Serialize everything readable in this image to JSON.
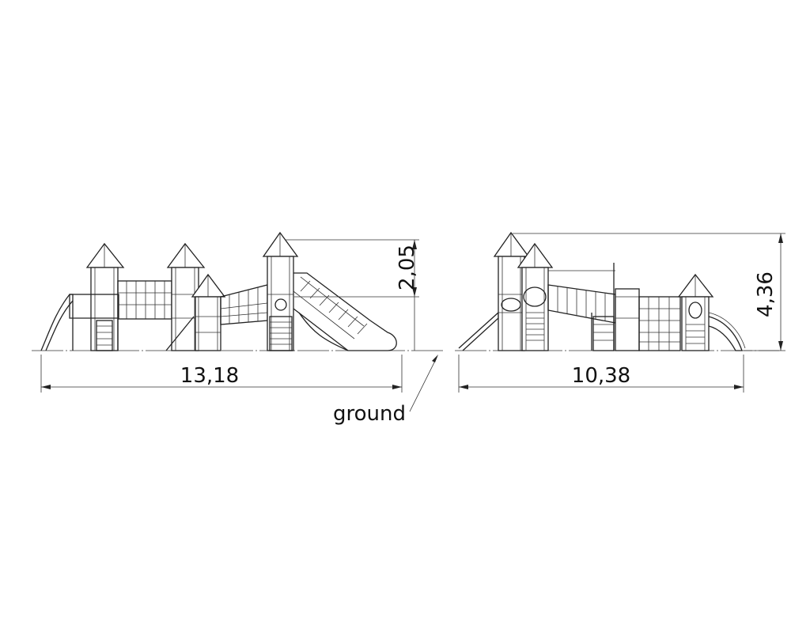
{
  "dimensions": {
    "left_width": "13,18",
    "left_height": "2,05",
    "right_width": "10,38",
    "right_height": "4,36"
  },
  "callout": {
    "ground_label": "ground"
  }
}
